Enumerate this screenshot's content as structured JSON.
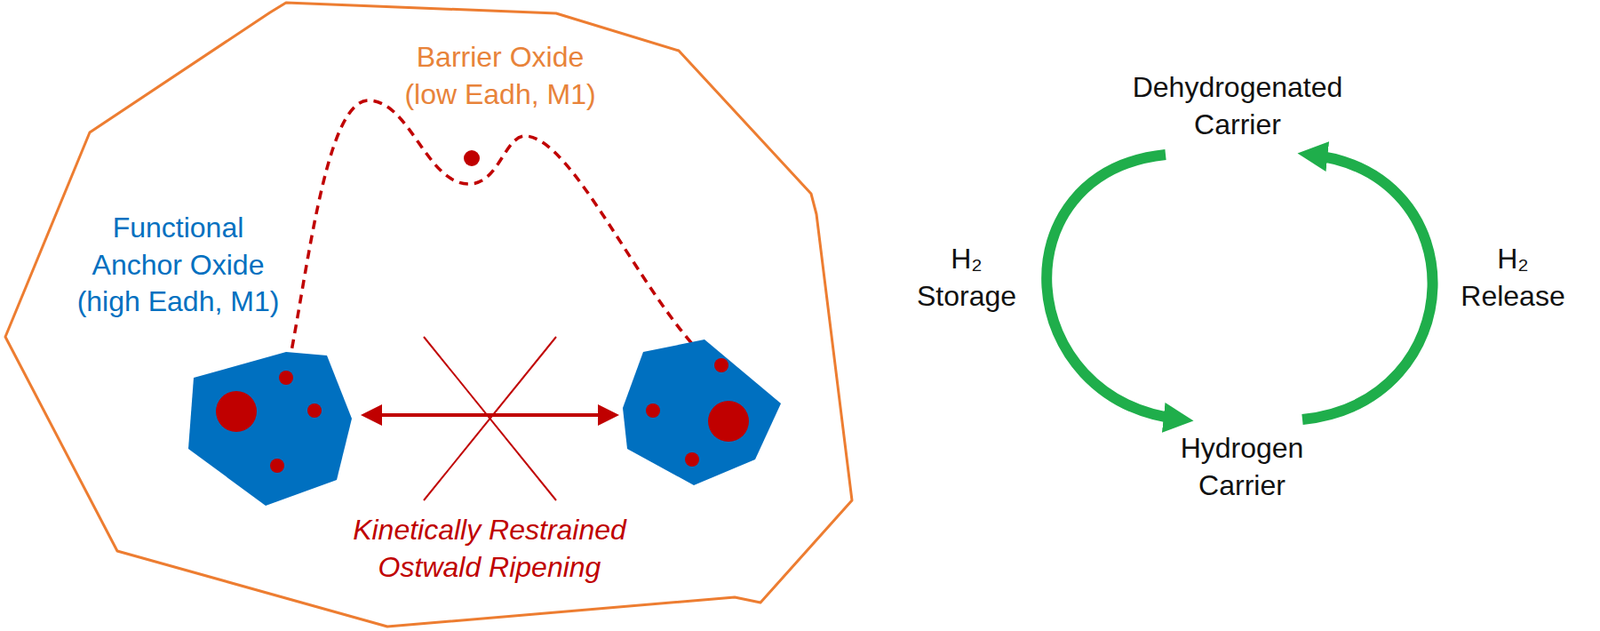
{
  "diagram": {
    "nodes": [
      {
        "text": [
          "Barrier Oxide (low Eadh, M1)"
        ]
      },
      {
        "text": [
          "Functional Anchor Oxide (high Eadh, M1)"
        ],
        "in": 0
      },
      {
        "text": [
          "Dehydrogenated Carrier"
        ]
      },
      {
        "text": [
          "Hydrogen Carrier"
        ]
      }
    ],
    "edges": [
      {
        "from": 2,
        "to": 3,
        "label": "H₂ Storage",
        "arrow": "to"
      },
      {
        "from": 3,
        "to": 2,
        "label": "H₂ Release",
        "arrow": "to"
      }
    ],
    "labels": [
      "Kinetically Restrained Ostwald Ripening"
    ]
  }
}
